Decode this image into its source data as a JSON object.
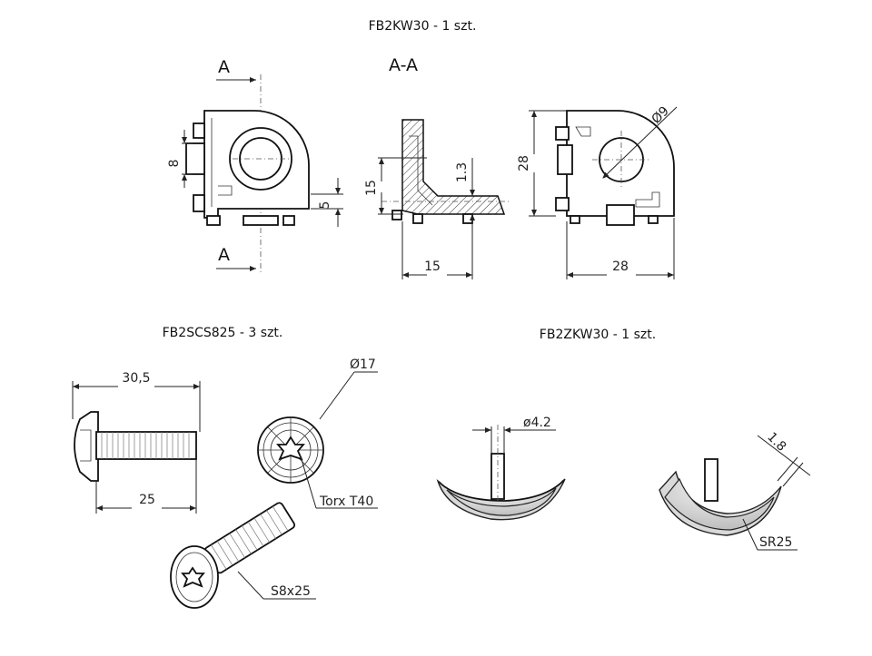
{
  "captions": {
    "top": "FB2KW30 - 1 szt.",
    "screws": "FB2SCS825 - 3 szt.",
    "caps": "FB2ZKW30 - 1 szt."
  },
  "section": {
    "letter_a": "A",
    "title": "A-A"
  },
  "dims": {
    "d8": "8",
    "d5": "5",
    "d15_vert": "15",
    "d1_3": "1.3",
    "d15_horiz": "15",
    "d28_vert": "28",
    "d28_horiz": "28",
    "dia9": "Ø9",
    "d30_5": "30,5",
    "d25": "25",
    "dia17": "Ø17",
    "torx": "Torx T40",
    "s8x25": "S8x25",
    "dia4_2": "ø4.2",
    "d1_8": "1.8",
    "sr25": "SR25"
  }
}
